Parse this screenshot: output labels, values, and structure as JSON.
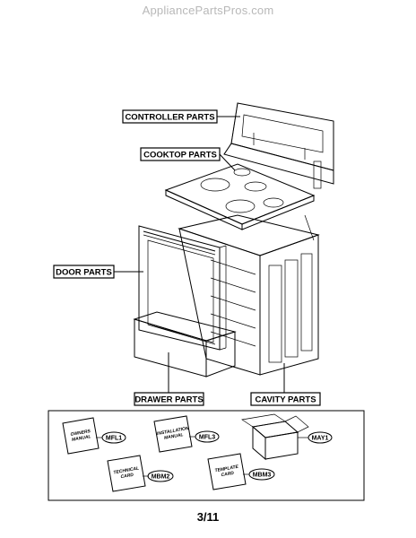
{
  "watermark": "AppliancePartsPros.com",
  "labels": {
    "controller": "CONTROLLER PARTS",
    "cooktop": "COOKTOP PARTS",
    "door": "DOOR PARTS",
    "drawer": "DRAWER PARTS",
    "cavity": "CAVITY PARTS"
  },
  "literature": {
    "owners_card": [
      "OWNERS",
      "MANUAL"
    ],
    "install_card": [
      "INSTALLATION",
      "MANUAL"
    ],
    "technical_card": [
      "TECHNICAL",
      "CARD"
    ],
    "template_card": [
      "TEMPLATE",
      "CARD"
    ],
    "codes": {
      "mfl1": "MFL1",
      "mfl3": "MFL3",
      "may1": "MAY1",
      "mbm2": "MBM2",
      "mbm3": "MBM3"
    }
  },
  "page_number": "3/11"
}
